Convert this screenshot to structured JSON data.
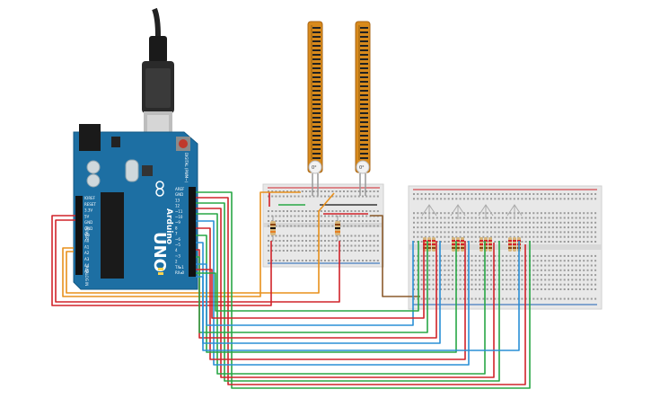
{
  "board": {
    "brand": "Arduino",
    "model": "UNO",
    "digital_label": "DIGITAL (PWM~)",
    "power_label": "POWER",
    "analog_label": "ANALOG IN",
    "pin_labels_right": [
      "AREF",
      "GND",
      "13",
      "12",
      "~11",
      "~10",
      "~9",
      "8",
      "7",
      "~6",
      "~5",
      "4",
      "~3",
      "2",
      "TX▸1",
      "RX◂0"
    ],
    "pin_labels_left": [
      "IOREF",
      "RESET",
      "3.3V",
      "5V",
      "GND",
      "GND",
      "Vin",
      "A0",
      "A1",
      "A2",
      "A3",
      "A4",
      "A5"
    ],
    "tx_label": "TX",
    "rx_label": "RX",
    "led_label": "L"
  },
  "flex_sensors": [
    {
      "label": "0°"
    },
    {
      "label": "0°"
    }
  ],
  "colors": {
    "wire_red": "#d1232a",
    "wire_green": "#28a745",
    "wire_orange": "#e8901c",
    "wire_blue": "#2a8fd6",
    "wire_brown": "#8b5a2b",
    "board": "#1d6fa3",
    "flex": "#d88a1c",
    "breadboard": "#e8e8e8"
  }
}
